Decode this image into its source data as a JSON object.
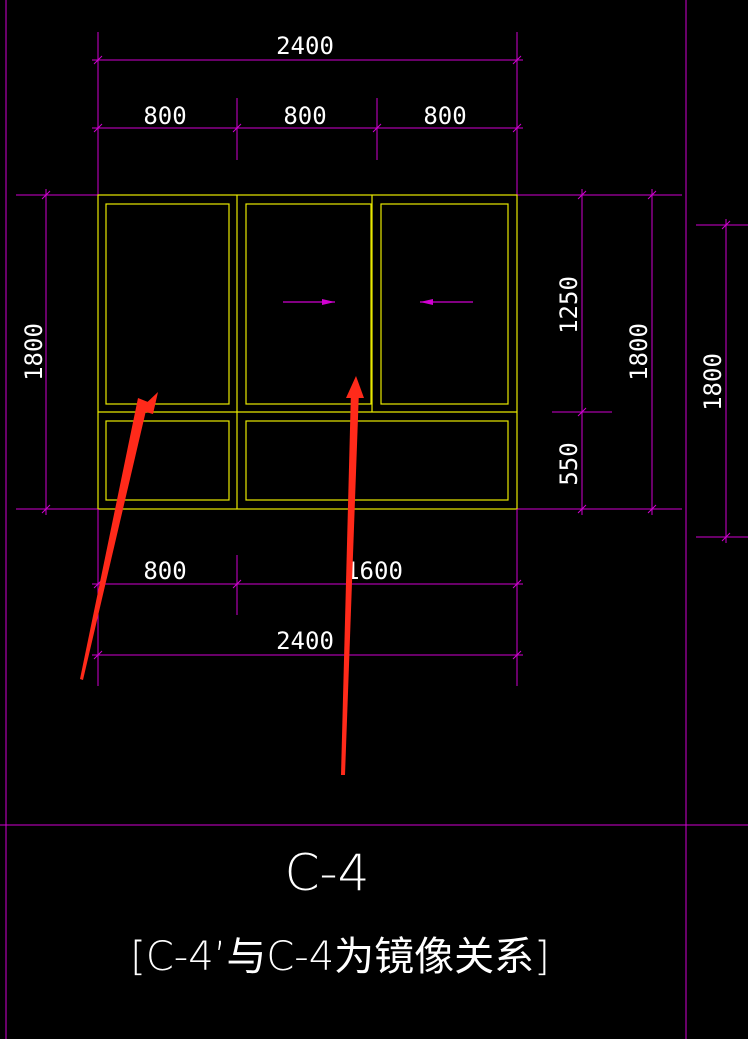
{
  "colors": {
    "background": "#000000",
    "dimension_line": "#d000d0",
    "window_frame": "#e8e800",
    "text": "#ffffff",
    "annotation_arrow": "#ff2a1a",
    "sliding_arrow": "#d000d0"
  },
  "dimensions": {
    "top_overall": "2400",
    "top_segment_1": "800",
    "top_segment_2": "800",
    "top_segment_3": "800",
    "bottom_segment_1": "800",
    "bottom_segment_2": "1600",
    "bottom_overall": "2400",
    "left_height": "1800",
    "right_upper_height": "1250",
    "right_lower_height": "550",
    "right_total_height": "1800",
    "far_right_height": "1800"
  },
  "labels": {
    "window_code": "C-4",
    "mirror_note": "[C-4’与C-4为镜像关系]"
  },
  "icons": {
    "sliding_right": "arrow-right-icon",
    "sliding_left": "arrow-left-icon",
    "annotation": "red-arrow-icon"
  }
}
